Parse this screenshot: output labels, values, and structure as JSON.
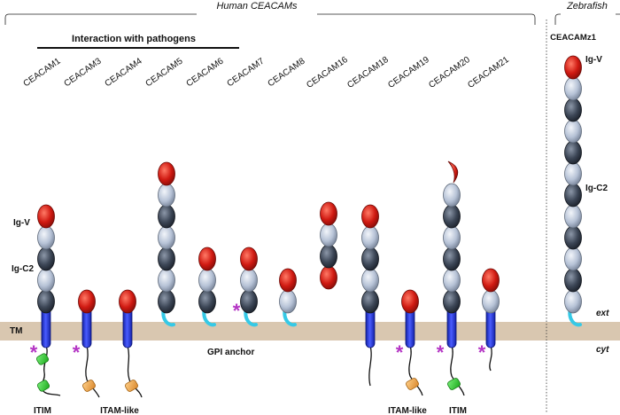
{
  "header": {
    "human_title": "Human CEACAMs",
    "zebrafish_title": "Zebrafish",
    "pathogen_label": "Interaction with pathogens"
  },
  "human_names": [
    "CEACAM1",
    "CEACAM3",
    "CEACAM4",
    "CEACAM5",
    "CEACAM6",
    "CEACAM7",
    "CEACAM8",
    "CEACAM16",
    "CEACAM18",
    "CEACAM19",
    "CEACAM20",
    "CEACAM21"
  ],
  "zebrafish_name": "CEACAMz1",
  "domain_labels": {
    "ig_v": "Ig-V",
    "ig_c2": "Ig-C2",
    "ig_v_z": "Ig-V",
    "ig_c2_z": "Ig-C2",
    "tm": "TM",
    "gpi": "GPI anchor"
  },
  "side_labels": {
    "ext": "ext",
    "cyt": "cyt"
  },
  "motif_labels": {
    "itim_1": "ITIM",
    "itam_1": "ITAM-like",
    "itam_2": "ITAM-like",
    "itim_2": "ITIM"
  },
  "asterisk": "*",
  "colors": {
    "membrane": "#d9c7b0",
    "ig_v": "#d01a12",
    "ig_c2_light": "#b6c2d6",
    "ig_c2_dark": "#3c4656",
    "tm": "#2434d8",
    "gpi": "#35c9e6",
    "itim": "#2fce2f",
    "itam": "#f0a640",
    "asterisk": "#b435c4",
    "label_red": "#d01a12",
    "label_grey": "#8a95a8",
    "label_blue": "#2434d8",
    "label_cyan": "#20c0e0",
    "label_green": "#2fb82f",
    "label_orange": "#f0a030"
  }
}
